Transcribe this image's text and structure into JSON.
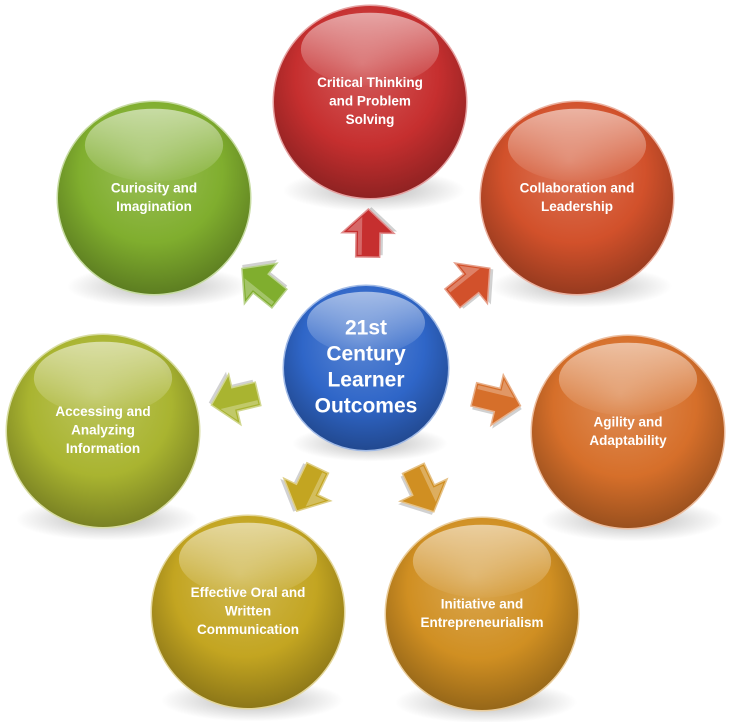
{
  "center": {
    "lines": [
      "21st",
      "Century",
      "Learner",
      "Outcomes"
    ],
    "color": "#2f66c8"
  },
  "outcomes": [
    {
      "id": "critical-thinking",
      "lines": [
        "Critical Thinking",
        "and Problem",
        "Solving"
      ],
      "color": "#c62f2f"
    },
    {
      "id": "collaboration",
      "lines": [
        "Collaboration and",
        "Leadership"
      ],
      "color": "#d2512b"
    },
    {
      "id": "agility",
      "lines": [
        "Agility and",
        "Adaptability"
      ],
      "color": "#d66f2a"
    },
    {
      "id": "initiative",
      "lines": [
        "Initiative and",
        "Entrepreneurialism"
      ],
      "color": "#d08f22"
    },
    {
      "id": "communication",
      "lines": [
        "Effective Oral and",
        "Written",
        "Communication"
      ],
      "color": "#c3a521"
    },
    {
      "id": "accessing-info",
      "lines": [
        "Accessing and",
        "Analyzing",
        "Information"
      ],
      "color": "#a9b430"
    },
    {
      "id": "curiosity",
      "lines": [
        "Curiosity and",
        "Imagination"
      ],
      "color": "#80ae2e"
    }
  ]
}
